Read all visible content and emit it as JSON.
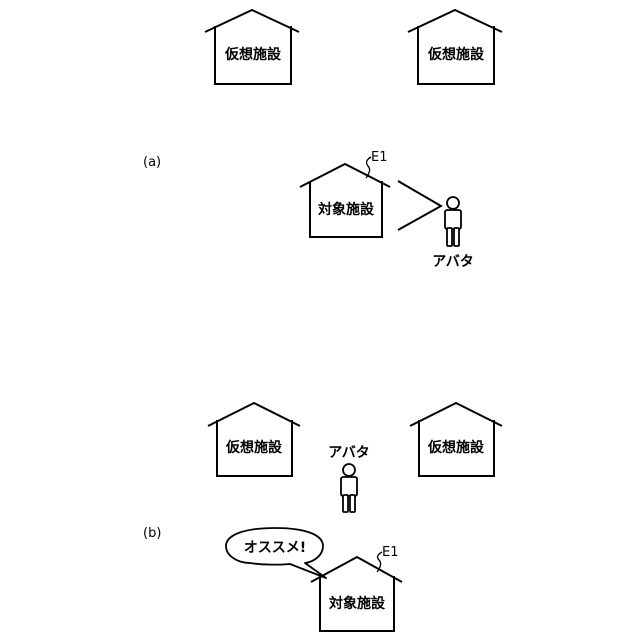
{
  "figure": {
    "panel_a": {
      "label": "(a)",
      "virtual_facility_left": "仮想施設",
      "virtual_facility_right": "仮想施設",
      "target_facility": "対象施設",
      "target_ref": "E1",
      "avatar": "アバタ"
    },
    "panel_b": {
      "label": "(b)",
      "virtual_facility_left": "仮想施設",
      "virtual_facility_right": "仮想施設",
      "avatar": "アバタ",
      "speech": "オススメ!",
      "target_facility": "対象施設",
      "target_ref": "E1"
    }
  }
}
